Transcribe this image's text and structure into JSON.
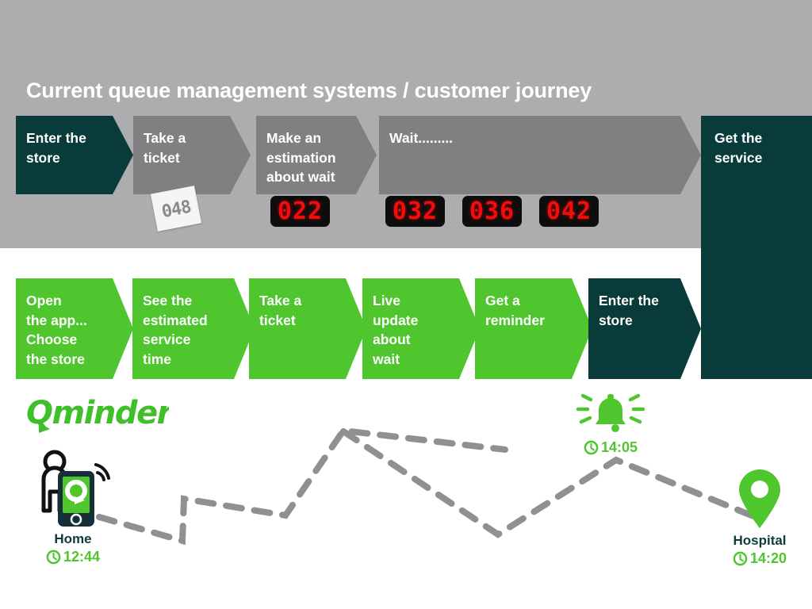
{
  "slide": {
    "title": "Current queue management systems / customer journey",
    "background_color": "#adacaf",
    "brand_green": "#4fc52e",
    "brand_teal": "#083b39",
    "grey_step": "#808083"
  },
  "current_journey": {
    "steps": [
      {
        "id": "enter-store",
        "label": "Enter the\nstore",
        "color": "#083b39",
        "shape": "chevron"
      },
      {
        "id": "take-ticket",
        "label": "Take a\nticket",
        "color": "#808083",
        "shape": "chevron"
      },
      {
        "id": "make-estimation",
        "label": "Make an\nestimation\nabout wait",
        "color": "#808083",
        "shape": "chevron"
      },
      {
        "id": "wait",
        "label": "Wait.........",
        "color": "#808083",
        "shape": "chevron"
      }
    ],
    "service_block": {
      "id": "get-service",
      "label": "Get the\nservice",
      "color": "#083b39"
    },
    "ticket": {
      "number": "048"
    },
    "led_displays": [
      {
        "id": "led-022",
        "value": "022"
      },
      {
        "id": "led-032",
        "value": "032"
      },
      {
        "id": "led-036",
        "value": "036"
      },
      {
        "id": "led-042",
        "value": "042"
      }
    ]
  },
  "qminder_journey": {
    "steps": [
      {
        "id": "open-app",
        "label": "Open\nthe app...\nChoose\nthe store",
        "color": "#4fc52e"
      },
      {
        "id": "see-est",
        "label": "See the\nestimated\nservice\ntime",
        "color": "#4fc52e"
      },
      {
        "id": "take-ticket",
        "label": "Take a\nticket",
        "color": "#4fc52e"
      },
      {
        "id": "live-update",
        "label": "Live\nupdate\nabout\nwait",
        "color": "#4fc52e"
      },
      {
        "id": "reminder",
        "label": "Get a\nreminder",
        "color": "#4fc52e"
      },
      {
        "id": "enter-store",
        "label": "Enter the\nstore",
        "color": "#083b39"
      }
    ]
  },
  "map": {
    "logo": "Qminder",
    "nodes": [
      {
        "id": "home",
        "label": "Home",
        "time": "12:44",
        "icon": "person-with-phone-icon"
      },
      {
        "id": "reminder",
        "label": "",
        "time": "14:05",
        "icon": "bell-ringing-icon"
      },
      {
        "id": "hospital",
        "label": "Hospital",
        "time": "14:20",
        "icon": "map-pin-icon"
      }
    ],
    "path_color": "#8f9094"
  }
}
